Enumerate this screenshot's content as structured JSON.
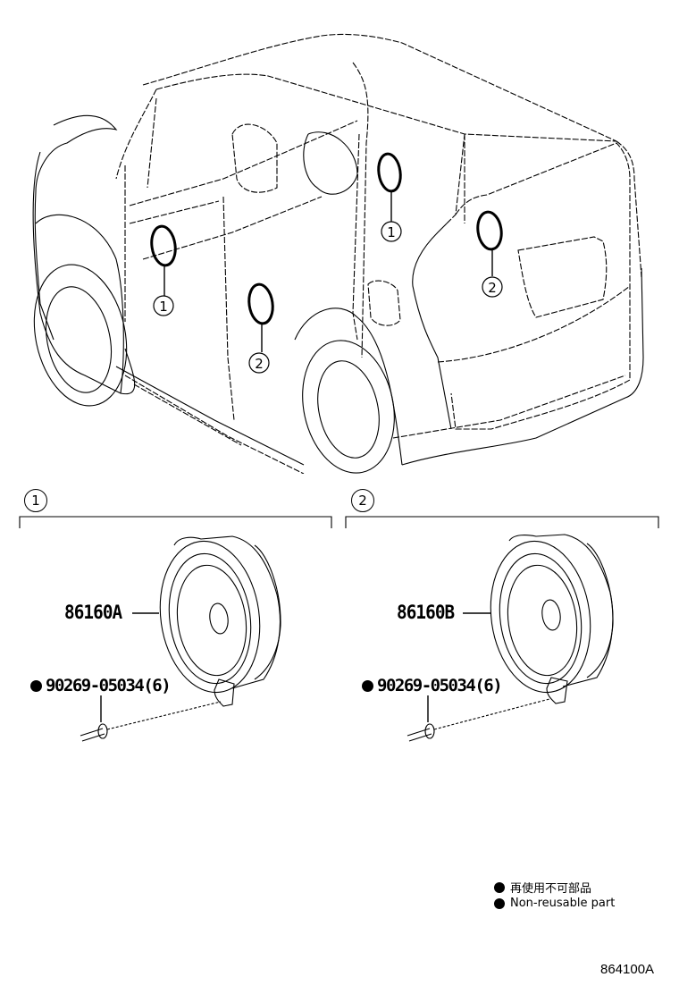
{
  "diagram": {
    "title_code": "864100A",
    "vehicle_callouts": [
      {
        "id": "1",
        "location": "front-door-left"
      },
      {
        "id": "2",
        "location": "rear-door-left"
      },
      {
        "id": "1",
        "location": "front-door-right"
      },
      {
        "id": "2",
        "location": "rear-door-right"
      }
    ],
    "sections": [
      {
        "label": "1",
        "part_number": "86160A",
        "fastener": "90269-05034(6)",
        "fastener_non_reusable": true
      },
      {
        "label": "2",
        "part_number": "86160B",
        "fastener": "90269-05034(6)",
        "fastener_non_reusable": true
      }
    ],
    "legend": {
      "japanese": "再使用不可部品",
      "english": "Non-reusable part"
    }
  }
}
